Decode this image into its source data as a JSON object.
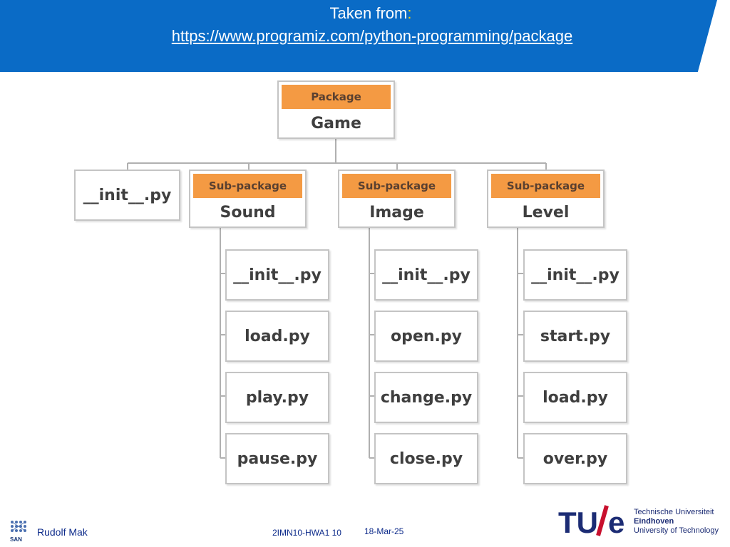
{
  "header": {
    "title": "Taken from",
    "title_suffix": ":",
    "link_text": "https://www.programiz.com/python-programming/package"
  },
  "diagram": {
    "root": {
      "kind": "Package",
      "name": "Game"
    },
    "root_init": "__init__.py",
    "subpackages": [
      {
        "kind": "Sub-package",
        "name": "Sound",
        "files": [
          "__init__.py",
          "load.py",
          "play.py",
          "pause.py"
        ]
      },
      {
        "kind": "Sub-package",
        "name": "Image",
        "files": [
          "__init__.py",
          "open.py",
          "change.py",
          "close.py"
        ]
      },
      {
        "kind": "Sub-package",
        "name": "Level",
        "files": [
          "__init__.py",
          "start.py",
          "load.py",
          "over.py"
        ]
      }
    ]
  },
  "footer": {
    "author": "Rudolf Mak",
    "course": "2IMN10-HWA1 10",
    "date": "18-Mar-25",
    "san_label": "SAN",
    "tue_logo_text": "TU/e",
    "university_lines": [
      "Technische Universiteit",
      "Eindhoven",
      "University of Technology"
    ]
  },
  "colors": {
    "banner": "#0a6bc6",
    "label_fill": "#f49a43",
    "tue_red": "#c8102e",
    "tue_navy": "#1c2c74"
  }
}
